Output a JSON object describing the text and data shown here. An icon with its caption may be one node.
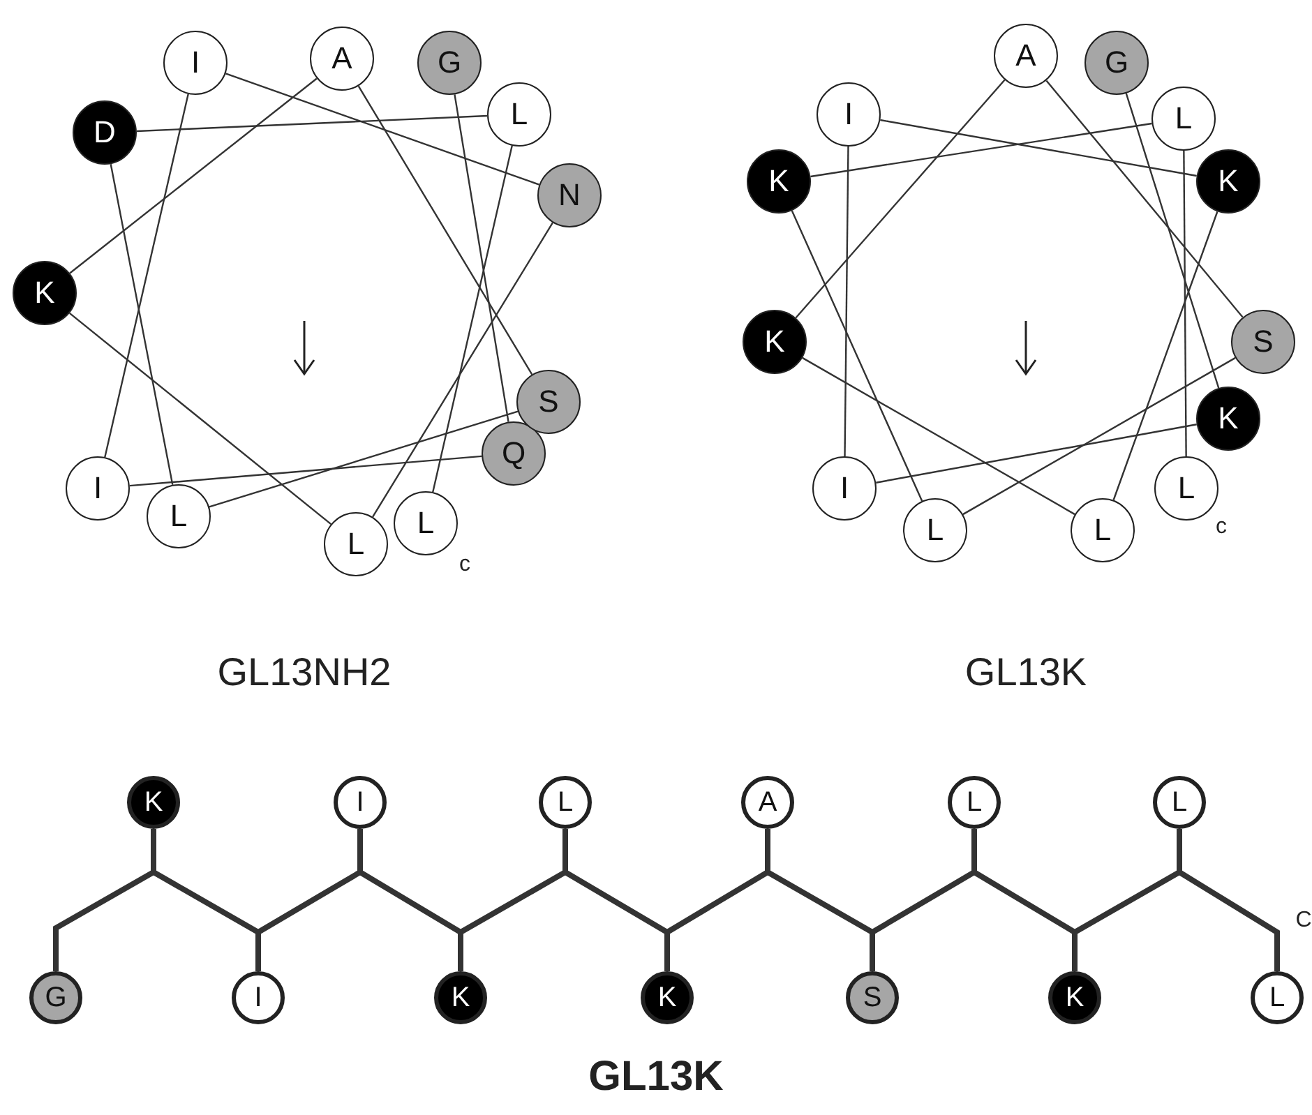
{
  "diagram": {
    "nodes": [
      {
        "text": [
          "G"
        ]
      },
      {
        "text": [
          "Q"
        ]
      },
      {
        "text": [
          "I"
        ]
      },
      {
        "text": [
          "I"
        ]
      },
      {
        "text": [
          "N"
        ]
      },
      {
        "text": [
          "L"
        ]
      },
      {
        "text": [
          "K"
        ]
      },
      {
        "text": [
          "A"
        ]
      },
      {
        "text": [
          "S"
        ]
      },
      {
        "text": [
          "L"
        ]
      },
      {
        "text": [
          "D"
        ]
      },
      {
        "text": [
          "L"
        ]
      },
      {
        "text": [
          "L"
        ]
      },
      {
        "text": [
          "G"
        ]
      },
      {
        "text": [
          "K"
        ]
      },
      {
        "text": [
          "I"
        ]
      },
      {
        "text": [
          "I"
        ]
      },
      {
        "text": [
          "K"
        ]
      },
      {
        "text": [
          "L"
        ]
      },
      {
        "text": [
          "K"
        ]
      },
      {
        "text": [
          "A"
        ]
      },
      {
        "text": [
          "S"
        ]
      },
      {
        "text": [
          "L"
        ]
      },
      {
        "text": [
          "K"
        ]
      },
      {
        "text": [
          "L"
        ]
      },
      {
        "text": [
          "L"
        ]
      },
      {
        "text": [
          "G"
        ]
      },
      {
        "text": [
          "K"
        ]
      },
      {
        "text": [
          "I"
        ]
      },
      {
        "text": [
          "I"
        ]
      },
      {
        "text": [
          "K"
        ]
      },
      {
        "text": [
          "L"
        ]
      },
      {
        "text": [
          "K"
        ]
      },
      {
        "text": [
          "A"
        ]
      },
      {
        "text": [
          "S"
        ]
      },
      {
        "text": [
          "L"
        ]
      },
      {
        "text": [
          "K"
        ]
      },
      {
        "text": [
          "L"
        ]
      },
      {
        "text": [
          "L"
        ]
      }
    ],
    "edges": [
      {
        "from": 0,
        "to": 1,
        "arrow": "none"
      },
      {
        "from": 1,
        "to": 2,
        "arrow": "none"
      },
      {
        "from": 2,
        "to": 3,
        "arrow": "none"
      },
      {
        "from": 3,
        "to": 4,
        "arrow": "none"
      },
      {
        "from": 4,
        "to": 5,
        "arrow": "none"
      },
      {
        "from": 5,
        "to": 6,
        "arrow": "none"
      },
      {
        "from": 6,
        "to": 7,
        "arrow": "none"
      },
      {
        "from": 7,
        "to": 8,
        "arrow": "none"
      },
      {
        "from": 8,
        "to": 9,
        "arrow": "none"
      },
      {
        "from": 9,
        "to": 10,
        "arrow": "none"
      },
      {
        "from": 10,
        "to": 11,
        "arrow": "none"
      },
      {
        "from": 11,
        "to": 12,
        "arrow": "none"
      },
      {
        "from": 13,
        "to": 14,
        "arrow": "none"
      },
      {
        "from": 14,
        "to": 15,
        "arrow": "none"
      },
      {
        "from": 15,
        "to": 16,
        "arrow": "none"
      },
      {
        "from": 16,
        "to": 17,
        "arrow": "none"
      },
      {
        "from": 17,
        "to": 18,
        "arrow": "none"
      },
      {
        "from": 18,
        "to": 19,
        "arrow": "none"
      },
      {
        "from": 19,
        "to": 20,
        "arrow": "none"
      },
      {
        "from": 20,
        "to": 21,
        "arrow": "none"
      },
      {
        "from": 21,
        "to": 22,
        "arrow": "none"
      },
      {
        "from": 22,
        "to": 23,
        "arrow": "none"
      },
      {
        "from": 23,
        "to": 24,
        "arrow": "none"
      },
      {
        "from": 24,
        "to": 25,
        "arrow": "none"
      },
      {
        "from": 26,
        "to": 27,
        "arrow": "none",
        "style": "thick"
      },
      {
        "from": 27,
        "to": 28,
        "arrow": "none",
        "style": "thick"
      },
      {
        "from": 28,
        "to": 29,
        "arrow": "none",
        "style": "thick"
      },
      {
        "from": 29,
        "to": 30,
        "arrow": "none",
        "style": "thick"
      },
      {
        "from": 30,
        "to": 31,
        "arrow": "none",
        "style": "thick"
      },
      {
        "from": 31,
        "to": 32,
        "arrow": "none",
        "style": "thick"
      },
      {
        "from": 32,
        "to": 33,
        "arrow": "none",
        "style": "thick"
      },
      {
        "from": 33,
        "to": 34,
        "arrow": "none",
        "style": "thick"
      },
      {
        "from": 34,
        "to": 35,
        "arrow": "none",
        "style": "thick"
      },
      {
        "from": 35,
        "to": 36,
        "arrow": "none",
        "style": "thick"
      },
      {
        "from": 36,
        "to": 37,
        "arrow": "none",
        "style": "thick"
      },
      {
        "from": 37,
        "to": 38,
        "arrow": "none",
        "style": "thick"
      }
    ],
    "labels": [
      "c",
      "c",
      "GL13NH2",
      "GL13K",
      "C",
      "GL13K"
    ]
  }
}
